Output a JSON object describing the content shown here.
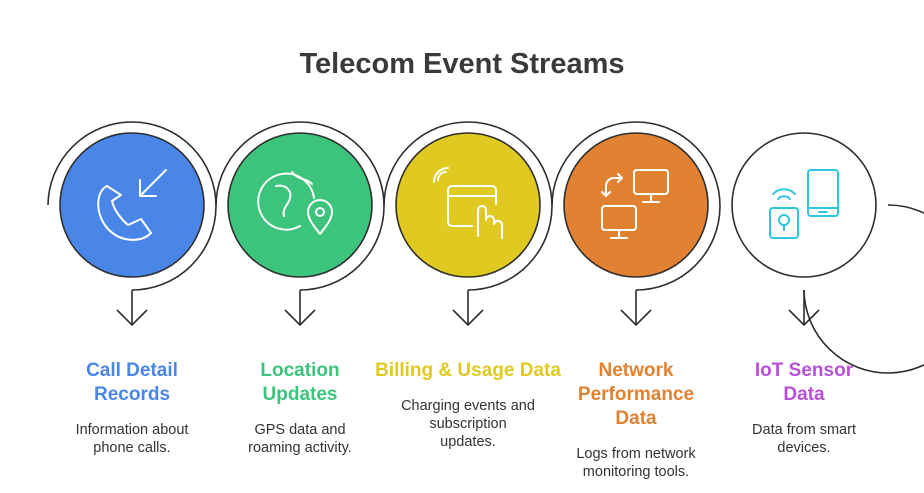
{
  "title": "Telecom Event Streams",
  "items": [
    {
      "label_lines": [
        "Call Detail",
        "Records"
      ],
      "description_lines": [
        "Information about",
        "phone calls."
      ],
      "color": "#4a86e8",
      "icon": "incoming-call-icon"
    },
    {
      "label_lines": [
        "Location",
        "Updates"
      ],
      "description_lines": [
        "GPS data and",
        "roaming activity."
      ],
      "color": "#3cc47c",
      "icon": "globe-location-icon"
    },
    {
      "label_lines": [
        "Billing & Usage Data"
      ],
      "description_lines": [
        "Charging events and",
        "subscription",
        "updates."
      ],
      "color": "#e0c920",
      "icon": "touch-browser-icon"
    },
    {
      "label_lines": [
        "Network",
        "Performance",
        "Data"
      ],
      "description_lines": [
        "Logs from network",
        "monitoring tools."
      ],
      "color": "#e08232",
      "icon": "network-monitors-icon"
    },
    {
      "label_lines": [
        "IoT Sensor",
        "Data"
      ],
      "description_lines": [
        "Data from smart",
        "devices."
      ],
      "color": "#b84fd8",
      "icon": "iot-devices-icon"
    }
  ]
}
